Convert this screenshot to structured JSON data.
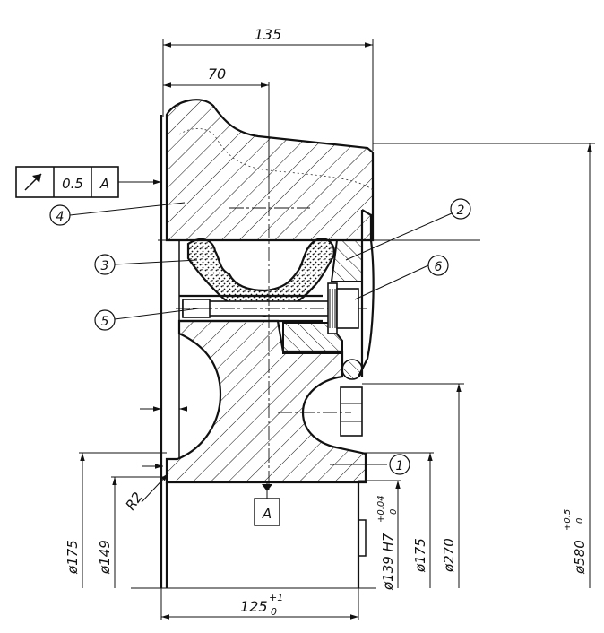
{
  "dimensions": {
    "overall_width": "135",
    "center_offset": "70",
    "bore_width": "125",
    "bore_width_tol_upper": "+1",
    "bore_width_tol_lower": "0",
    "dia_175_left": "ø175",
    "dia_149": "ø149",
    "dia_139": "ø139 H7",
    "dia_139_tol_upper": "+0.04",
    "dia_139_tol_lower": "0",
    "dia_175_right": "ø175",
    "dia_270": "ø270",
    "dia_580": "ø580",
    "dia_580_tol_upper": "+0.5",
    "dia_580_tol_lower": "0",
    "radius": "R2"
  },
  "tolerance_frame": {
    "symbol": "circular-runout",
    "value": "0.5",
    "datum": "A"
  },
  "datum_label": "A",
  "balloons": [
    "1",
    "2",
    "3",
    "4",
    "5",
    "6"
  ]
}
